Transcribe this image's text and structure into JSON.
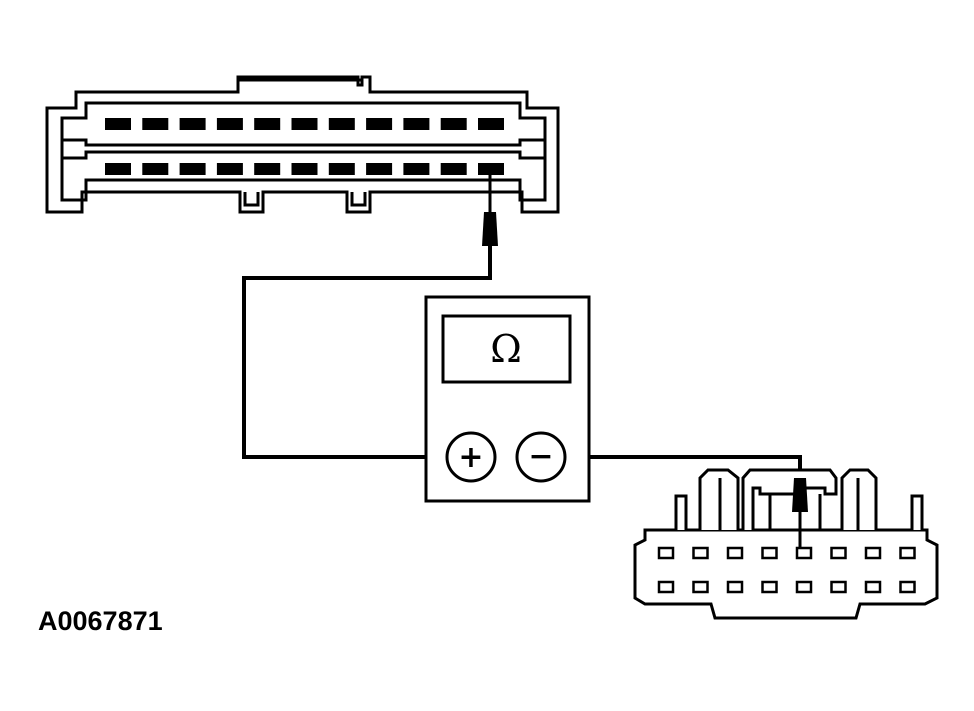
{
  "figure_id": "A0067871",
  "meter": {
    "display_symbol": "Ω",
    "positive_terminal_label": "+",
    "negative_terminal_label": "−"
  },
  "connector_top": {
    "rows": 2,
    "pins_per_row": 11
  },
  "connector_bottom": {
    "rows": 2,
    "pins_per_row": 8
  },
  "colors": {
    "line": "#000000",
    "background": "#ffffff"
  }
}
